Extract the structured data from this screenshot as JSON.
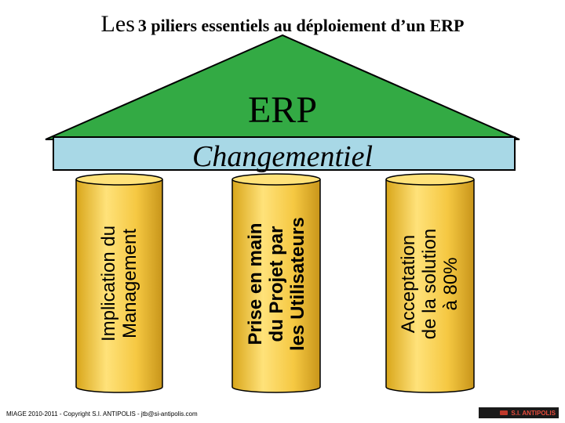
{
  "title": {
    "lead": "Les",
    "rest": "3 piliers essentiels au déploiement d’un ERP"
  },
  "roof": {
    "label": "ERP",
    "color": "#33aa44"
  },
  "band": {
    "label": "Changementiel",
    "color": "#a8d8e6"
  },
  "pillars": [
    {
      "lines": [
        "Implication du",
        "Management"
      ]
    },
    {
      "lines": [
        "Prise en main",
        "du Projet par",
        "les Utilisateurs"
      ]
    },
    {
      "lines": [
        "Acceptation",
        "de la solution",
        "à 80%"
      ]
    }
  ],
  "pillar_color": "#f5c842",
  "footer": "MIAGE 2010-2011 - Copyright S.I. ANTIPOLIS - jtb@si-antipolis.com",
  "logo": "S.I. ANTIPOLIS"
}
